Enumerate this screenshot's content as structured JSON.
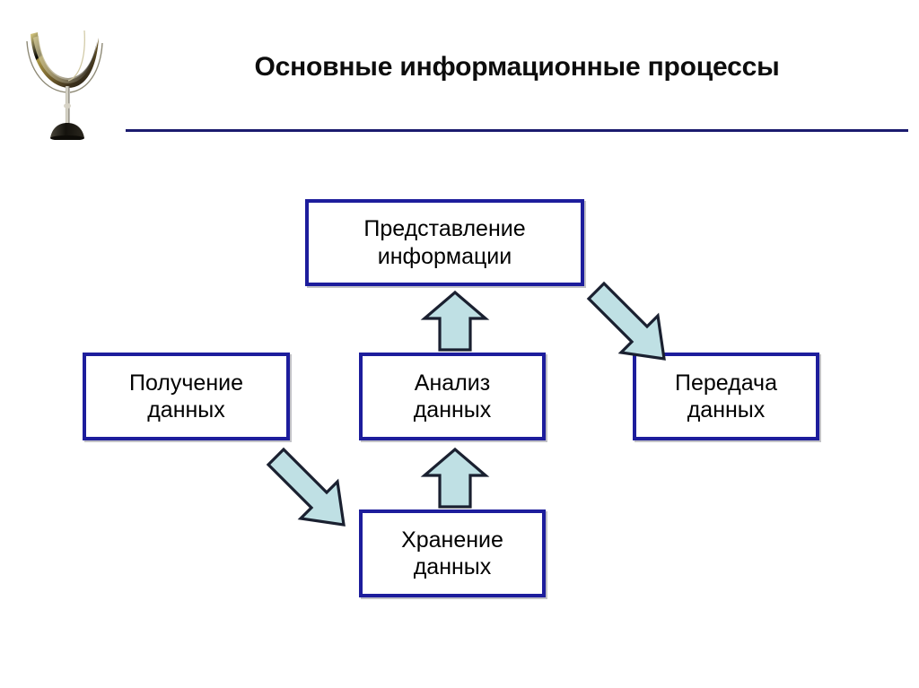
{
  "slide": {
    "title": "Основные информационные процессы",
    "logo_icon": "wine-glass-decoration-icon",
    "rule_color": "#1b1b6e",
    "title_color": "#0d0d0d",
    "background_color": "#ffffff"
  },
  "diagram": {
    "type": "flow-diagram",
    "node_border_color": "#1d1d9c",
    "node_fill_color": "#ffffff",
    "arrow_fill_color": "#bfe0e4",
    "arrow_outline_color": "#1a2030",
    "nodes": [
      {
        "id": "representation",
        "label": "Представление информации",
        "line1": "Представление",
        "line2": "информации"
      },
      {
        "id": "acquisition",
        "label": "Получение данных",
        "line1": "Получение",
        "line2": "данных"
      },
      {
        "id": "analysis",
        "label": "Анализ данных",
        "line1": "Анализ",
        "line2": "данных"
      },
      {
        "id": "transmission",
        "label": "Передача данных",
        "line1": "Передача",
        "line2": "данных"
      },
      {
        "id": "storage",
        "label": "Хранение данных",
        "line1": "Хранение",
        "line2": "данных"
      }
    ],
    "arrows": [
      {
        "id": "acquisition-to-storage",
        "from": "acquisition",
        "to": "storage",
        "shape": "diagonal-down-right-arrow"
      },
      {
        "id": "storage-to-analysis",
        "from": "storage",
        "to": "analysis",
        "shape": "up-arrow"
      },
      {
        "id": "analysis-to-representation",
        "from": "analysis",
        "to": "representation",
        "shape": "up-arrow"
      },
      {
        "id": "representation-to-transmission",
        "from": "representation",
        "to": "transmission",
        "shape": "diagonal-down-right-arrow"
      }
    ]
  }
}
